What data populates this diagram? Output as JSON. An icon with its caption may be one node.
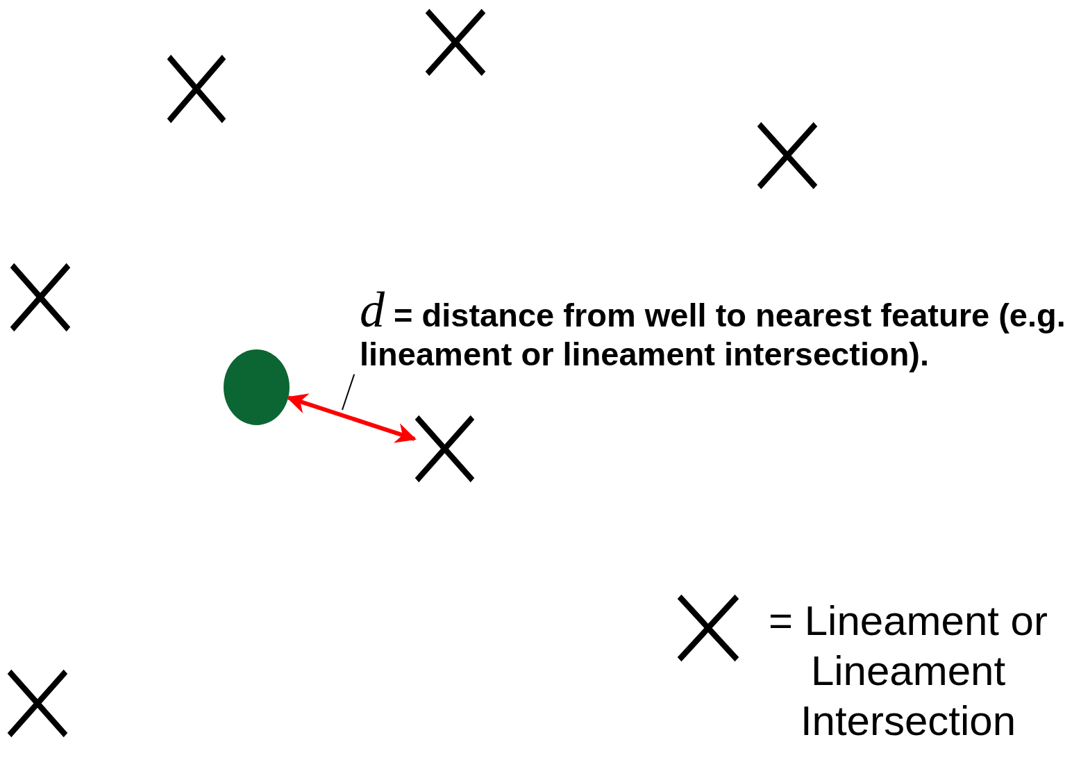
{
  "diagram": {
    "nodes": [
      {
        "text": [],
        "shape": "cross"
      },
      {
        "text": [],
        "shape": "cross"
      },
      {
        "text": [],
        "shape": "cross"
      },
      {
        "text": [],
        "shape": "cross"
      },
      {
        "text": [
          "*d* = distance from well to nearest feature (e.g. lineament or lineament intersection)."
        ]
      },
      {
        "text": [],
        "shape": "circle"
      },
      {
        "text": [],
        "shape": "cross"
      },
      {
        "text": [],
        "shape": "cross"
      }
    ],
    "edges": [
      {
        "from": 5,
        "to": 6,
        "arrow": "both",
        "style": "thick",
        "color": "#ff0000"
      },
      {
        "from": 4,
        "to": null,
        "arrow": "none",
        "color": "#000000"
      }
    ],
    "legend": [
      {
        "text": "= Lineament or Lineament Intersection"
      }
    ]
  }
}
